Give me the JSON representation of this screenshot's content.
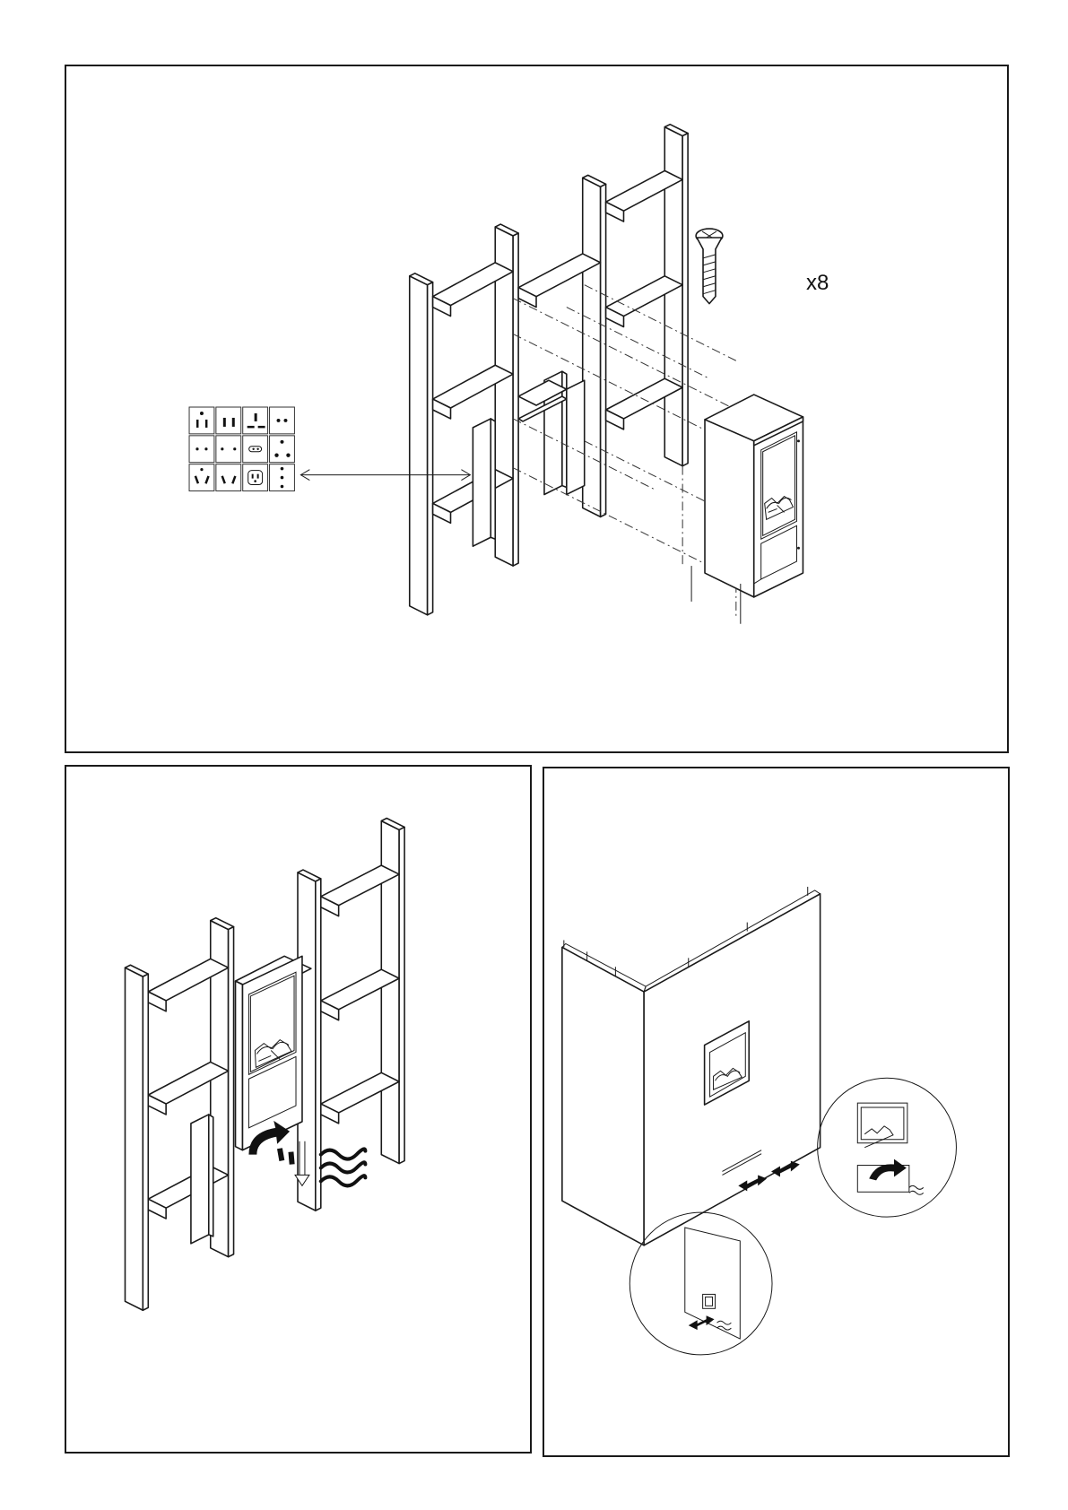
{
  "step1": {
    "screw_quantity": "x8",
    "plug_types_count": 12,
    "arrow": "double-headed"
  },
  "colors": {
    "line": "#1a1a1a",
    "background": "#ffffff"
  }
}
